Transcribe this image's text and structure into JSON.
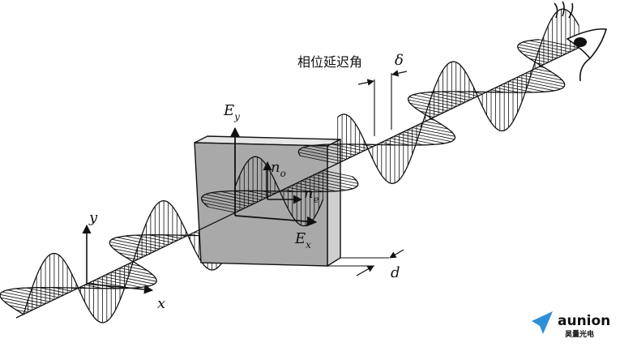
{
  "labels": {
    "retardation": "相位延迟角",
    "delta": "δ",
    "ey_main": "E",
    "ey_sub": "y",
    "ex_main": "E",
    "ex_sub": "x",
    "no_main": "n",
    "no_sub": "o",
    "ne_main": "n",
    "ne_sub": "e",
    "axis_y": "y",
    "axis_x": "x",
    "thickness": "d"
  },
  "logo": {
    "name": "aunion",
    "tagline": "昊量光电",
    "color": "#2f8fd8"
  },
  "colors": {
    "plate_fill": "#a9a9a9",
    "plate_top": "#e6e6e6",
    "plate_side": "#cfcfcf",
    "ink": "#111111"
  }
}
